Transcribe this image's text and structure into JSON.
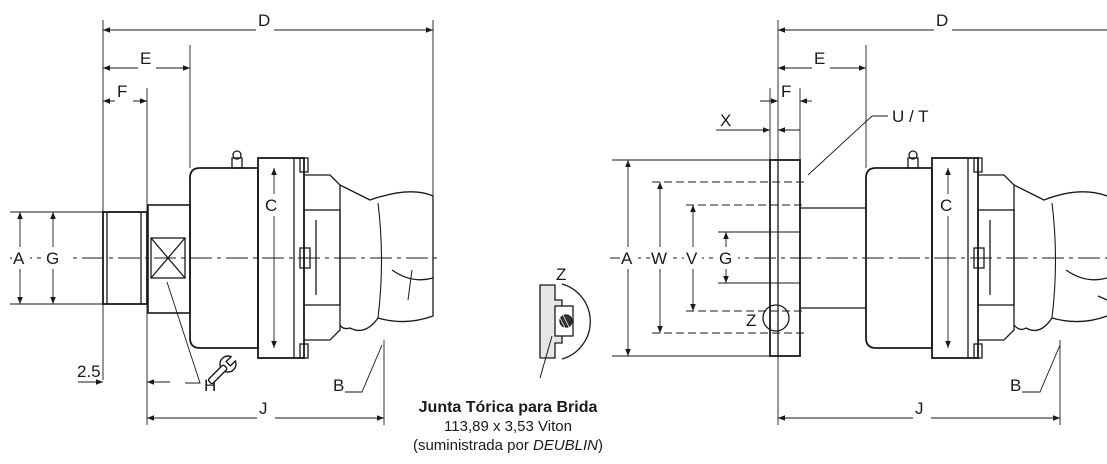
{
  "left_view": {
    "labels": {
      "D": "D",
      "E": "E",
      "F": "F",
      "C": "C",
      "A": "A",
      "G": "G",
      "H": "H",
      "J": "J",
      "B": "B",
      "dim_2_5": "2.5"
    }
  },
  "right_view": {
    "labels": {
      "D": "D",
      "E": "E",
      "F": "F",
      "X": "X",
      "UT": "U / T",
      "A": "A",
      "W": "W",
      "V": "V",
      "G": "G",
      "C": "C",
      "J": "J",
      "B": "B",
      "Z": "Z"
    }
  },
  "detail": {
    "z_label": "Z"
  },
  "caption": {
    "title": "Junta Tórica para Brida",
    "spec": "113,89 x 3,53 Viton",
    "supplied_prefix": "(suministrada por ",
    "supplier": "DEUBLIN",
    "supplied_suffix": ")"
  },
  "icons": [
    "wrench-icon"
  ]
}
